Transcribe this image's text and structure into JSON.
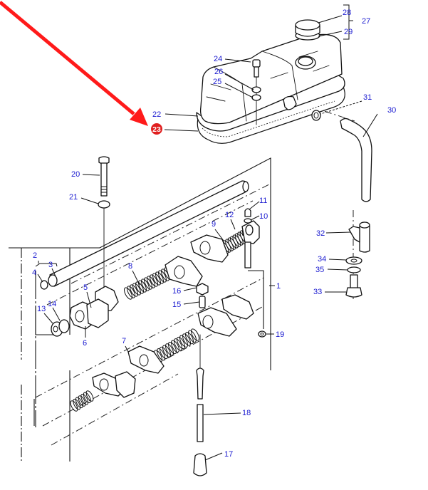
{
  "diagram": {
    "title": "Rocker shaft assembly and valve cover - exploded parts view",
    "colors": {
      "callout_text": "#1a1ad0",
      "line_art": "#111111",
      "highlight": "#e02020",
      "arrow": "#ff1a1a",
      "background": "#ffffff"
    },
    "highlighted_callout": "23",
    "arrow": {
      "color": "#ff1a1a",
      "points_to": "23"
    },
    "callouts": [
      {
        "id": "1",
        "label": "1"
      },
      {
        "id": "2",
        "label": "2"
      },
      {
        "id": "3",
        "label": "3"
      },
      {
        "id": "4",
        "label": "4"
      },
      {
        "id": "5",
        "label": "5"
      },
      {
        "id": "6",
        "label": "6"
      },
      {
        "id": "7",
        "label": "7"
      },
      {
        "id": "8",
        "label": "8"
      },
      {
        "id": "9",
        "label": "9"
      },
      {
        "id": "10",
        "label": "10"
      },
      {
        "id": "11",
        "label": "11"
      },
      {
        "id": "12",
        "label": "12"
      },
      {
        "id": "13",
        "label": "13"
      },
      {
        "id": "14",
        "label": "14"
      },
      {
        "id": "15",
        "label": "15"
      },
      {
        "id": "16",
        "label": "16"
      },
      {
        "id": "17",
        "label": "17"
      },
      {
        "id": "18",
        "label": "18"
      },
      {
        "id": "19",
        "label": "19"
      },
      {
        "id": "20",
        "label": "20"
      },
      {
        "id": "21",
        "label": "21"
      },
      {
        "id": "22",
        "label": "22"
      },
      {
        "id": "23",
        "label": "23",
        "highlighted": true
      },
      {
        "id": "24",
        "label": "24"
      },
      {
        "id": "25",
        "label": "25"
      },
      {
        "id": "26",
        "label": "26"
      },
      {
        "id": "27",
        "label": "27"
      },
      {
        "id": "28",
        "label": "28"
      },
      {
        "id": "29",
        "label": "29"
      },
      {
        "id": "30",
        "label": "30"
      },
      {
        "id": "31",
        "label": "31"
      },
      {
        "id": "32",
        "label": "32"
      },
      {
        "id": "33",
        "label": "33"
      },
      {
        "id": "34",
        "label": "34"
      },
      {
        "id": "35",
        "label": "35"
      }
    ],
    "groups": [
      {
        "parent": "27",
        "children": [
          "28",
          "29"
        ]
      },
      {
        "parent": "2",
        "children": [
          "3",
          "4"
        ]
      }
    ]
  }
}
